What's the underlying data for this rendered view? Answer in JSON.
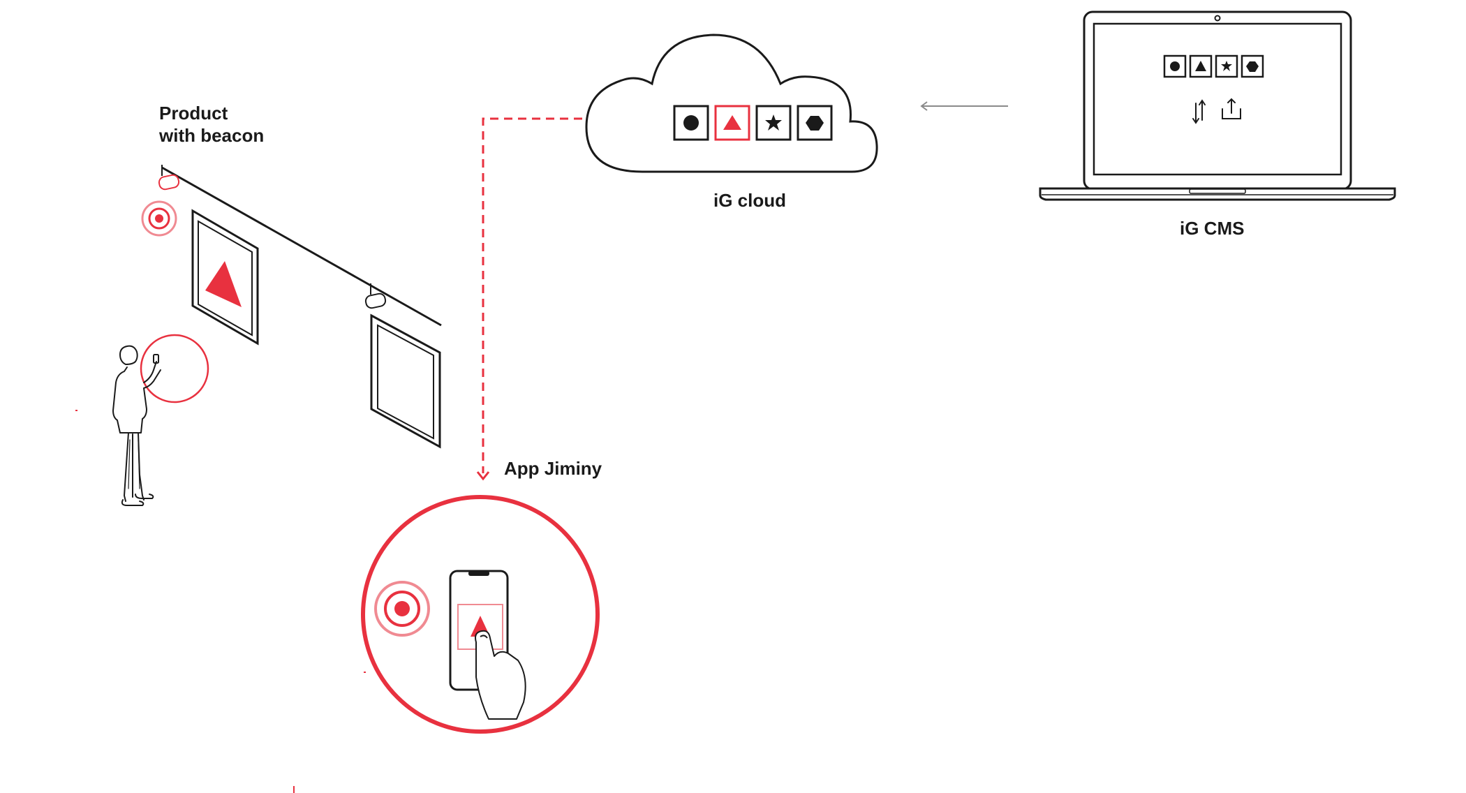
{
  "labels": {
    "product_line1": "Product",
    "product_line2": "with beacon",
    "cloud": "iG cloud",
    "cms": "iG CMS",
    "app": "App Jiminy"
  },
  "colors": {
    "accent": "#e8313f",
    "accent_light": "#f08a92",
    "ink": "#1a1a1a",
    "arrow_gray": "#8a8a8a"
  },
  "icons": {
    "cloud_tiles": [
      "circle",
      "triangle",
      "star",
      "hexagon"
    ],
    "cms_tiles": [
      "circle",
      "triangle",
      "star",
      "hexagon"
    ],
    "cms_actions": [
      "sync-arrows-icon",
      "upload-icon"
    ]
  }
}
